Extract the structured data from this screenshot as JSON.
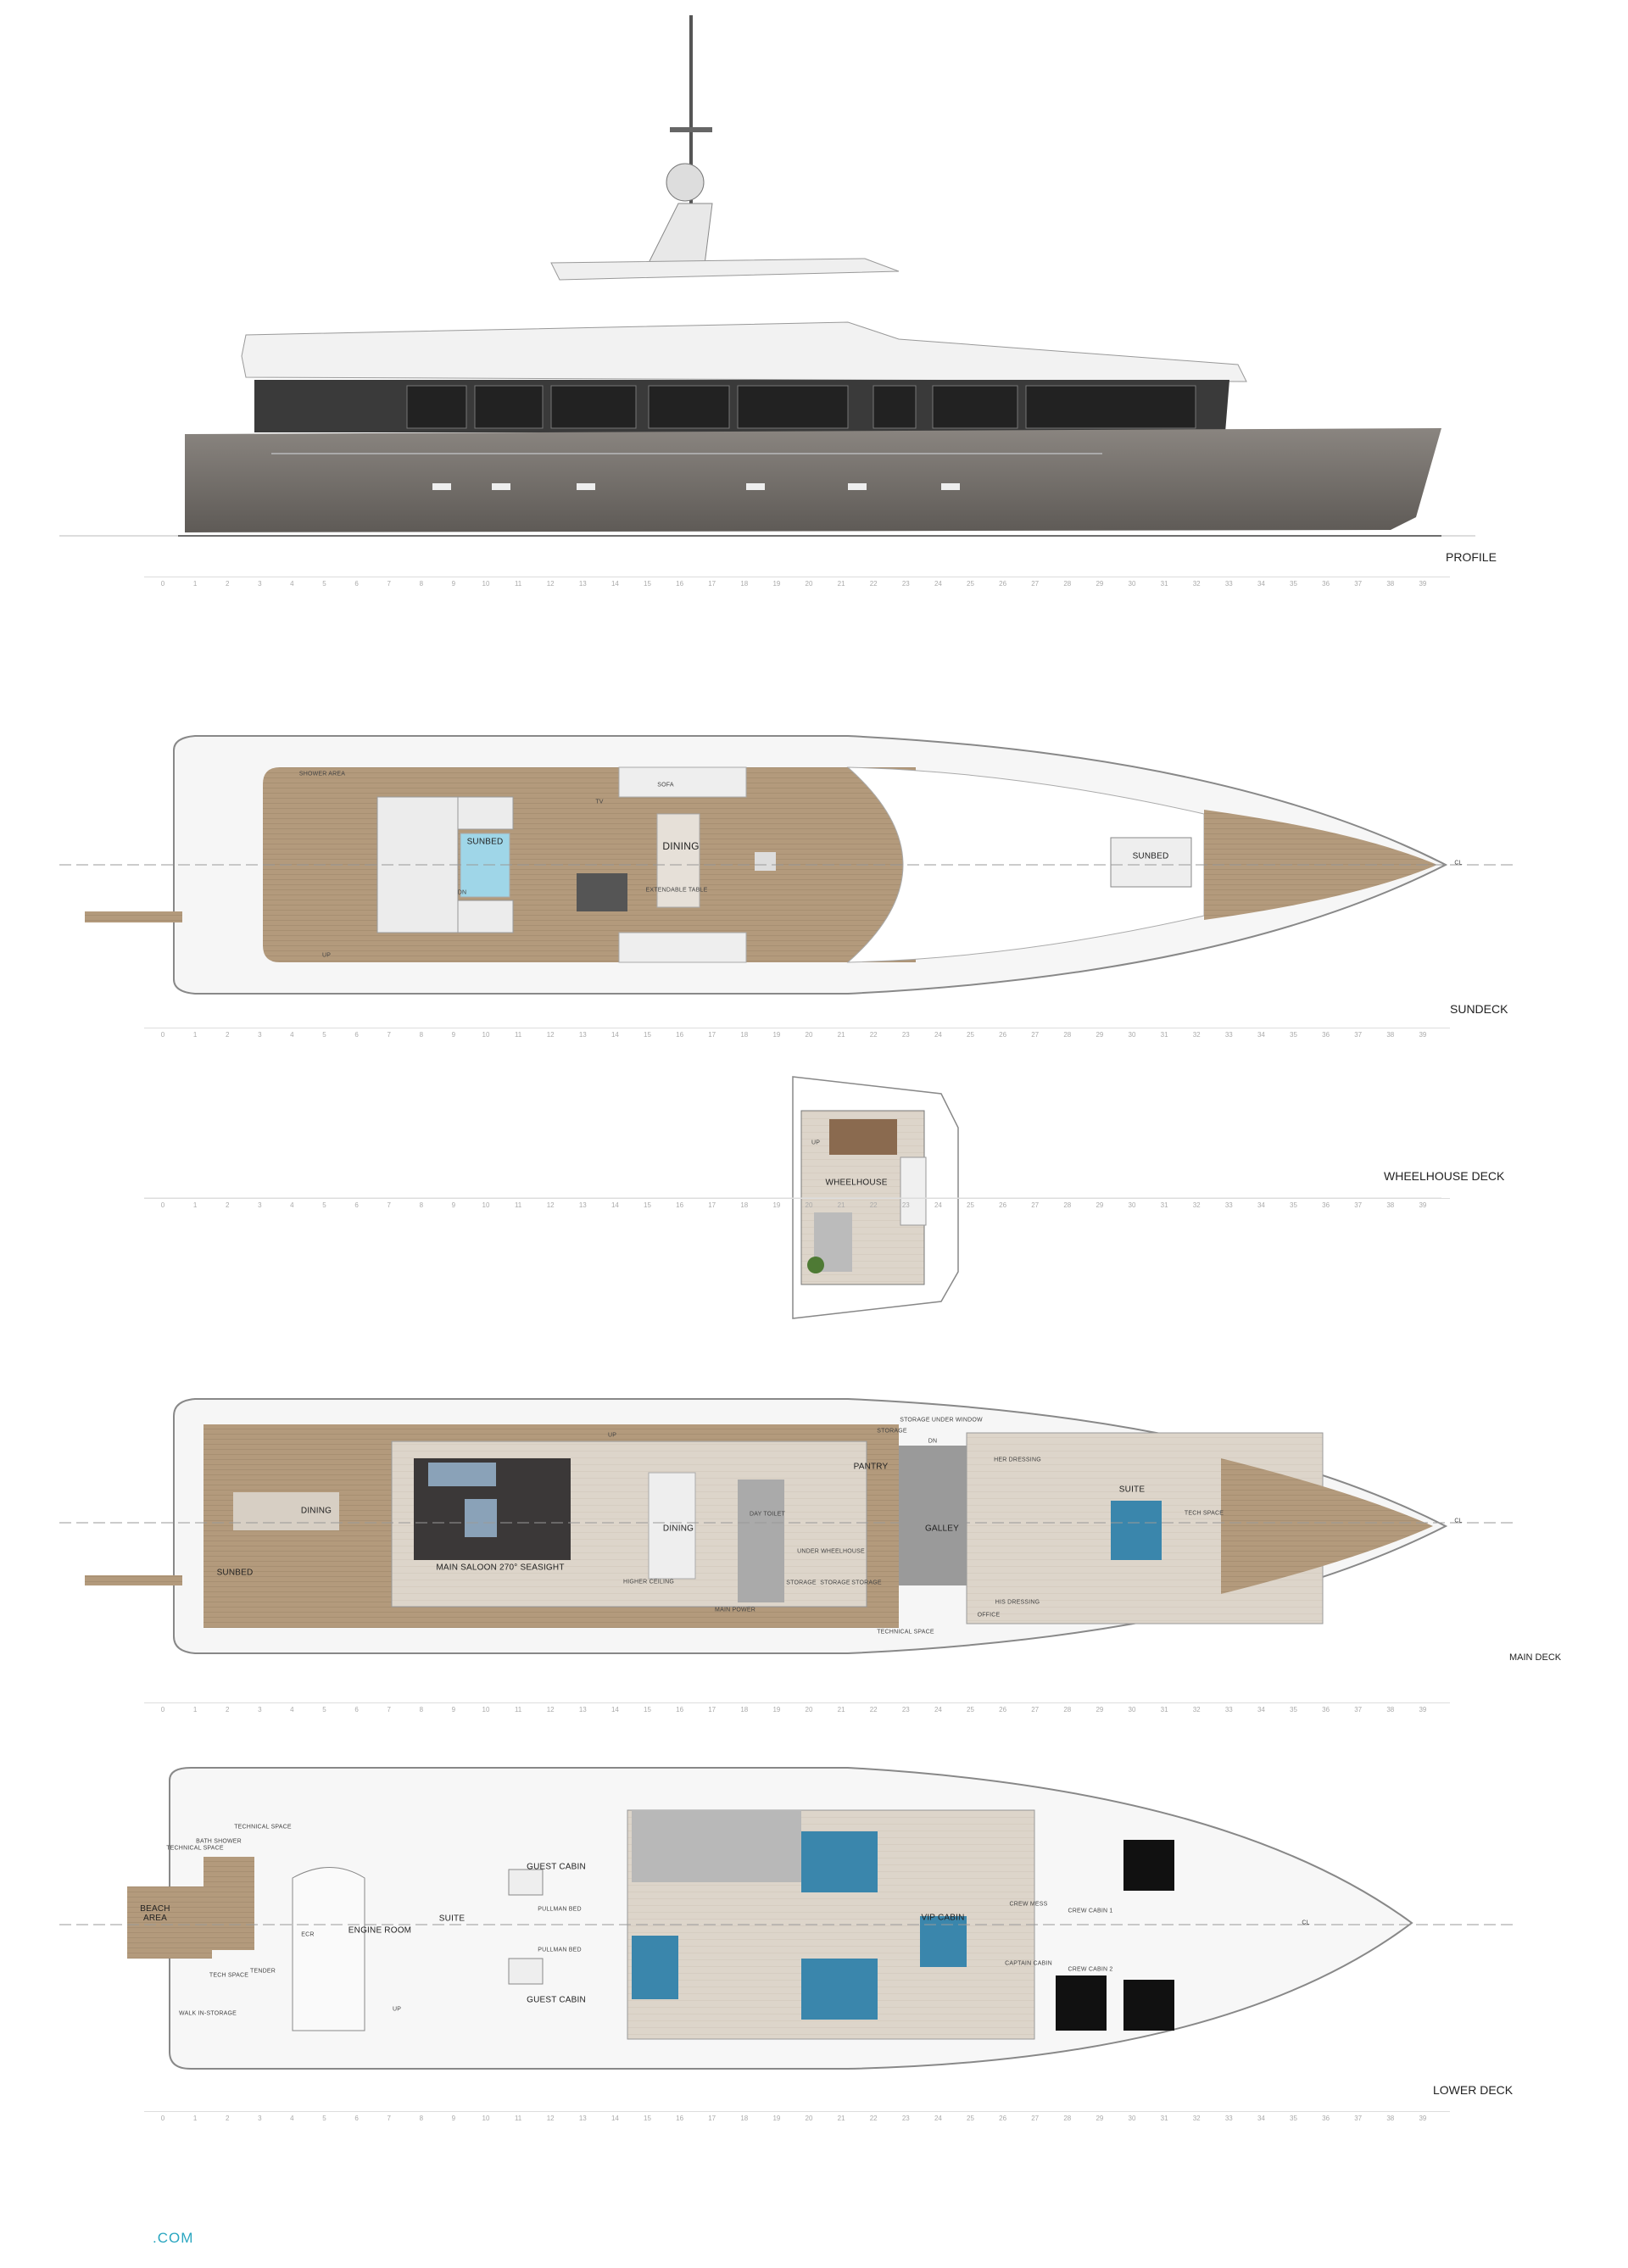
{
  "decks": {
    "profile": {
      "title": "PROFILE"
    },
    "sundeck": {
      "title": "SUNDECK",
      "rooms": {
        "sunbed_aft": "SUNBED",
        "shower_area": "SHOWER AREA",
        "sofa": "SOFA",
        "tv": "TV",
        "dining": "DINING",
        "extendable_table": "EXTENDABLE TABLE",
        "sunbed_fwd": "SUNBED",
        "up": "UP",
        "dn": "DN",
        "cl": "CL"
      }
    },
    "wheelhouse": {
      "title": "WHEELHOUSE DECK",
      "rooms": {
        "wheelhouse": "WHEELHOUSE",
        "up": "UP"
      }
    },
    "main": {
      "title": "MAIN DECK",
      "rooms": {
        "dining_aft": "DINING",
        "sunbed": "SUNBED",
        "main_saloon": "MAIN SALOON 270° SEASIGHT",
        "dining": "DINING",
        "higher_ceiling": "HIGHER CEILING",
        "pantry": "PANTRY",
        "day_toilet": "DAY TOILET",
        "under_wheelhouse": "UNDER WHEELHOUSE",
        "storage_1": "STORAGE",
        "storage_2": "STORAGE",
        "storage_3": "STORAGE",
        "storage_top": "STORAGE",
        "storage_under_window": "STORAGE UNDER WINDOW",
        "galley": "GALLEY",
        "main_power": "MAIN POWER",
        "technical_space": "TECHNICAL SPACE",
        "office": "OFFICE",
        "her_dressing": "HER DRESSING",
        "his_dressing": "HIS DRESSING",
        "suite": "SUITE",
        "tech_space": "TECH SPACE",
        "up": "UP",
        "dn": "DN",
        "cl": "CL"
      }
    },
    "lower": {
      "title": "LOWER DECK",
      "rooms": {
        "beach_area": "BEACH AREA",
        "technical_space_aft": "TECHNICAL SPACE",
        "bath_shower": "BATH SHOWER",
        "technical_space": "TECHNICAL SPACE",
        "tech_space": "TECH SPACE",
        "walk_in_storage": "WALK IN-STORAGE",
        "tender": "TENDER",
        "ecr": "ECR",
        "engine_room": "ENGINE ROOM",
        "suite": "SUITE",
        "guest_cabin_1": "GUEST CABIN",
        "guest_cabin_2": "GUEST CABIN",
        "pullman_bed_1": "PULLMAN BED",
        "pullman_bed_2": "PULLMAN BED",
        "vip_cabin": "VIP CABIN",
        "crew_mess": "CREW MESS",
        "captain_cabin": "CAPTAIN CABIN",
        "crew_cabin_1": "CREW CABIN 1",
        "crew_cabin_2": "CREW CABIN 2",
        "up": "UP",
        "cl": "CL"
      }
    }
  },
  "ruler_ticks": [
    "0",
    "1",
    "2",
    "3",
    "4",
    "5",
    "6",
    "7",
    "8",
    "9",
    "10",
    "11",
    "12",
    "13",
    "14",
    "15",
    "16",
    "17",
    "18",
    "19",
    "20",
    "21",
    "22",
    "23",
    "24",
    "25",
    "26",
    "27",
    "28",
    "29",
    "30",
    "31",
    "32",
    "33",
    "34",
    "35",
    "36",
    "37",
    "38",
    "39"
  ],
  "brand": ".COM",
  "colors": {
    "hull": "#6e6a66",
    "teak": "#b39a7c",
    "floor": "#d9d0c4",
    "bed": "#3a86ac",
    "pool": "#9fd6e8",
    "brand": "#2aa6c0"
  }
}
